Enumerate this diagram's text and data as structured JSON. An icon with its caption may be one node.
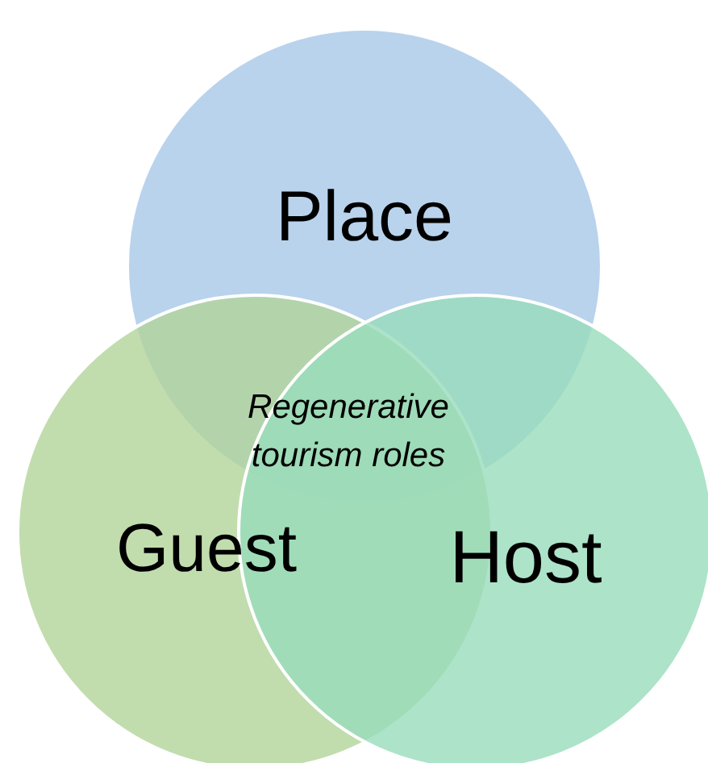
{
  "diagram": {
    "nodes": [
      {
        "text": [
          "Place"
        ]
      },
      {
        "text": [
          "Guest"
        ]
      },
      {
        "text": [
          "Host"
        ]
      }
    ],
    "edges": [],
    "labels": [
      "Regenerative tourism roles"
    ]
  }
}
